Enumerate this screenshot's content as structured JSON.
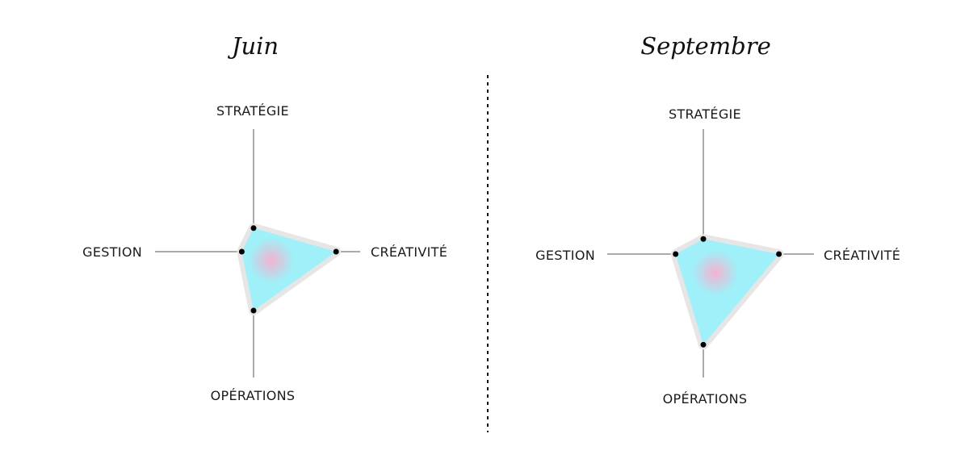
{
  "chart_data": [
    {
      "type": "radar",
      "title": "Juin",
      "axes": [
        "STRATÉGIE",
        "CRÉATIVITÉ",
        "OPÉRATIONS",
        "GESTION"
      ],
      "values": [
        0.2,
        0.7,
        0.5,
        0.1
      ],
      "range": [
        0,
        1
      ],
      "colors": {
        "fill": "#9FF0F8",
        "halo": "#E6E6E6",
        "glow": "#F4B2D0",
        "point": "#000000"
      }
    },
    {
      "type": "radar",
      "title": "Septembre",
      "axes": [
        "STRATÉGIE",
        "CRÉATIVITÉ",
        "OPÉRATIONS",
        "GESTION"
      ],
      "values": [
        0.12,
        0.6,
        0.72,
        0.22
      ],
      "range": [
        0,
        1
      ],
      "colors": {
        "fill": "#9FF0F8",
        "halo": "#E6E6E6",
        "glow": "#F4B2D0",
        "point": "#000000"
      }
    }
  ]
}
